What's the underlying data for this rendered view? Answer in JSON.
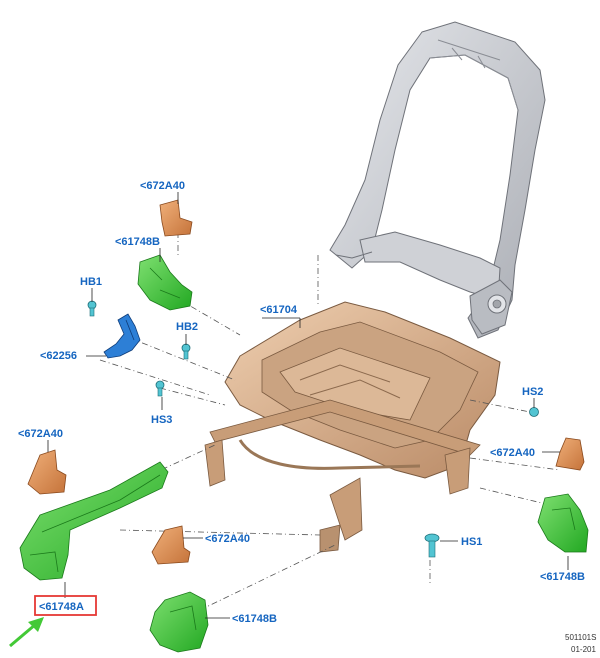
{
  "callouts": {
    "c672a40_top": "<672A40",
    "c61748b_top": "<61748B",
    "hb1": "HB1",
    "hb2": "HB2",
    "c61704": "<61704",
    "c62256": "<62256",
    "hs3": "HS3",
    "hs2": "HS2",
    "c672a40_left": "<672A40",
    "c672a40_right": "<672A40",
    "c672a40_bottom": "<672A40",
    "hs1": "HS1",
    "c61748b_right": "<61748B",
    "c61748a": "<61748A",
    "c61748b_bottom": "<61748B"
  },
  "footer": {
    "code": "501101S",
    "date": "01-201"
  },
  "colors": {
    "callout_text": "#1565c0",
    "highlight_box": "#e53935",
    "arrow": "#43c936",
    "green_part": "#3fc73a",
    "orange_part": "#d98c4a",
    "tan_frame": "#d9ad88",
    "grey_frame": "#c9cbd0",
    "blue_bracket": "#2d7fd6",
    "cyan_fastener": "#52c4d2"
  }
}
